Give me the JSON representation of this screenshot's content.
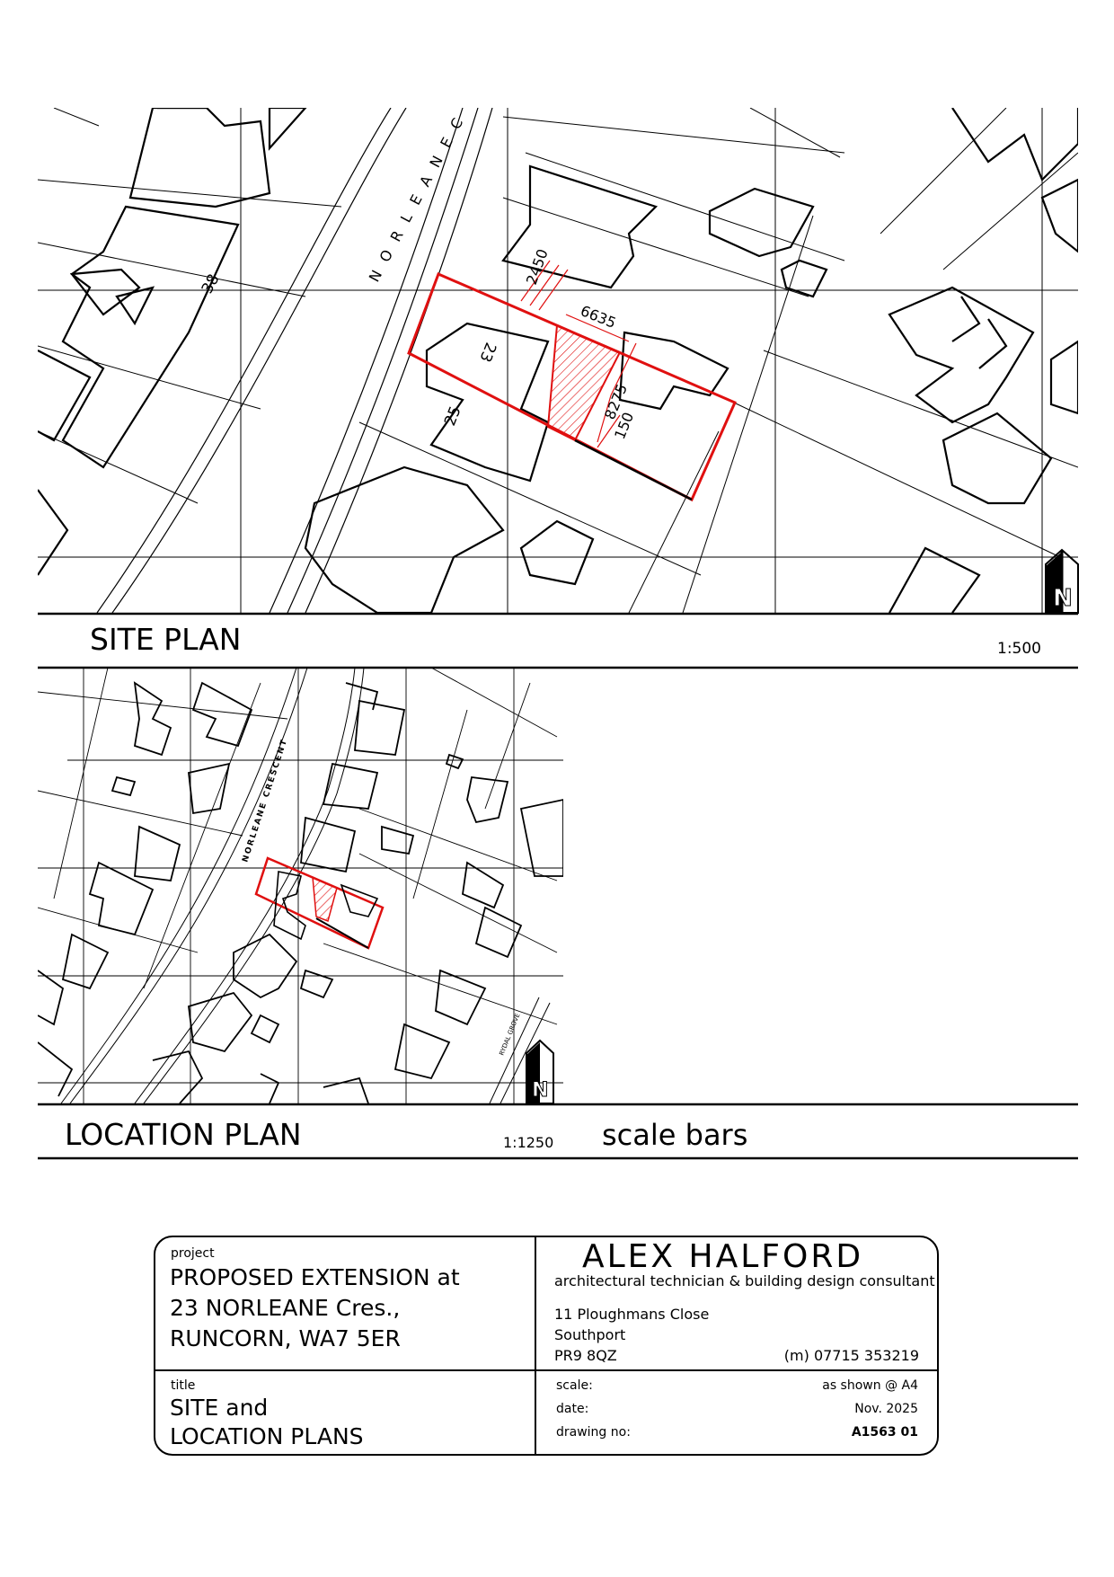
{
  "site_plan": {
    "title": "SITE PLAN",
    "scale": "1:500",
    "street_label": "N O R L E A N E  C",
    "house_numbers": [
      "38",
      "23",
      "25"
    ],
    "dimensions": [
      "2450",
      "6635",
      "8275",
      "150"
    ],
    "north_label": "N"
  },
  "location_plan": {
    "title": "LOCATION PLAN",
    "scale": "1:1250",
    "street_label": "NORLEANE CRESCENT",
    "side_street_label": "RYDAL GROVE",
    "north_label": "N"
  },
  "scale_bars_label": "scale bars",
  "title_block": {
    "project_label": "project",
    "project_lines": [
      "PROPOSED EXTENSION at",
      "23 NORLEANE Cres.,",
      "RUNCORN, WA7 5ER"
    ],
    "title_label": "title",
    "title_lines": [
      "SITE and",
      "LOCATION PLANS"
    ],
    "company_name": "ALEX HALFORD",
    "company_tagline": "architectural technician & building design consultant",
    "address_lines": [
      "11 Ploughmans Close",
      "Southport",
      "PR9 8QZ"
    ],
    "phone": "(m) 07715 353219",
    "scale_label": "scale:",
    "scale_value": "as shown @ A4",
    "date_label": "date:",
    "date_value": "Nov. 2025",
    "drawing_no_label": "drawing no:",
    "drawing_no_value": "A1563 01"
  },
  "colors": {
    "boundary": "#e01010",
    "linework": "#000000"
  }
}
